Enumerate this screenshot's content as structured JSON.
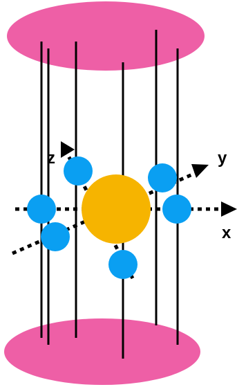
{
  "colors": {
    "plate": "#ee5fa6",
    "center_atom": "#f6b400",
    "ligand": "#0a9ff2",
    "wire": "#000000",
    "background": "#ffffff"
  },
  "labels": {
    "x_axis": "x",
    "y_axis": "y",
    "z_axis": "z"
  }
}
